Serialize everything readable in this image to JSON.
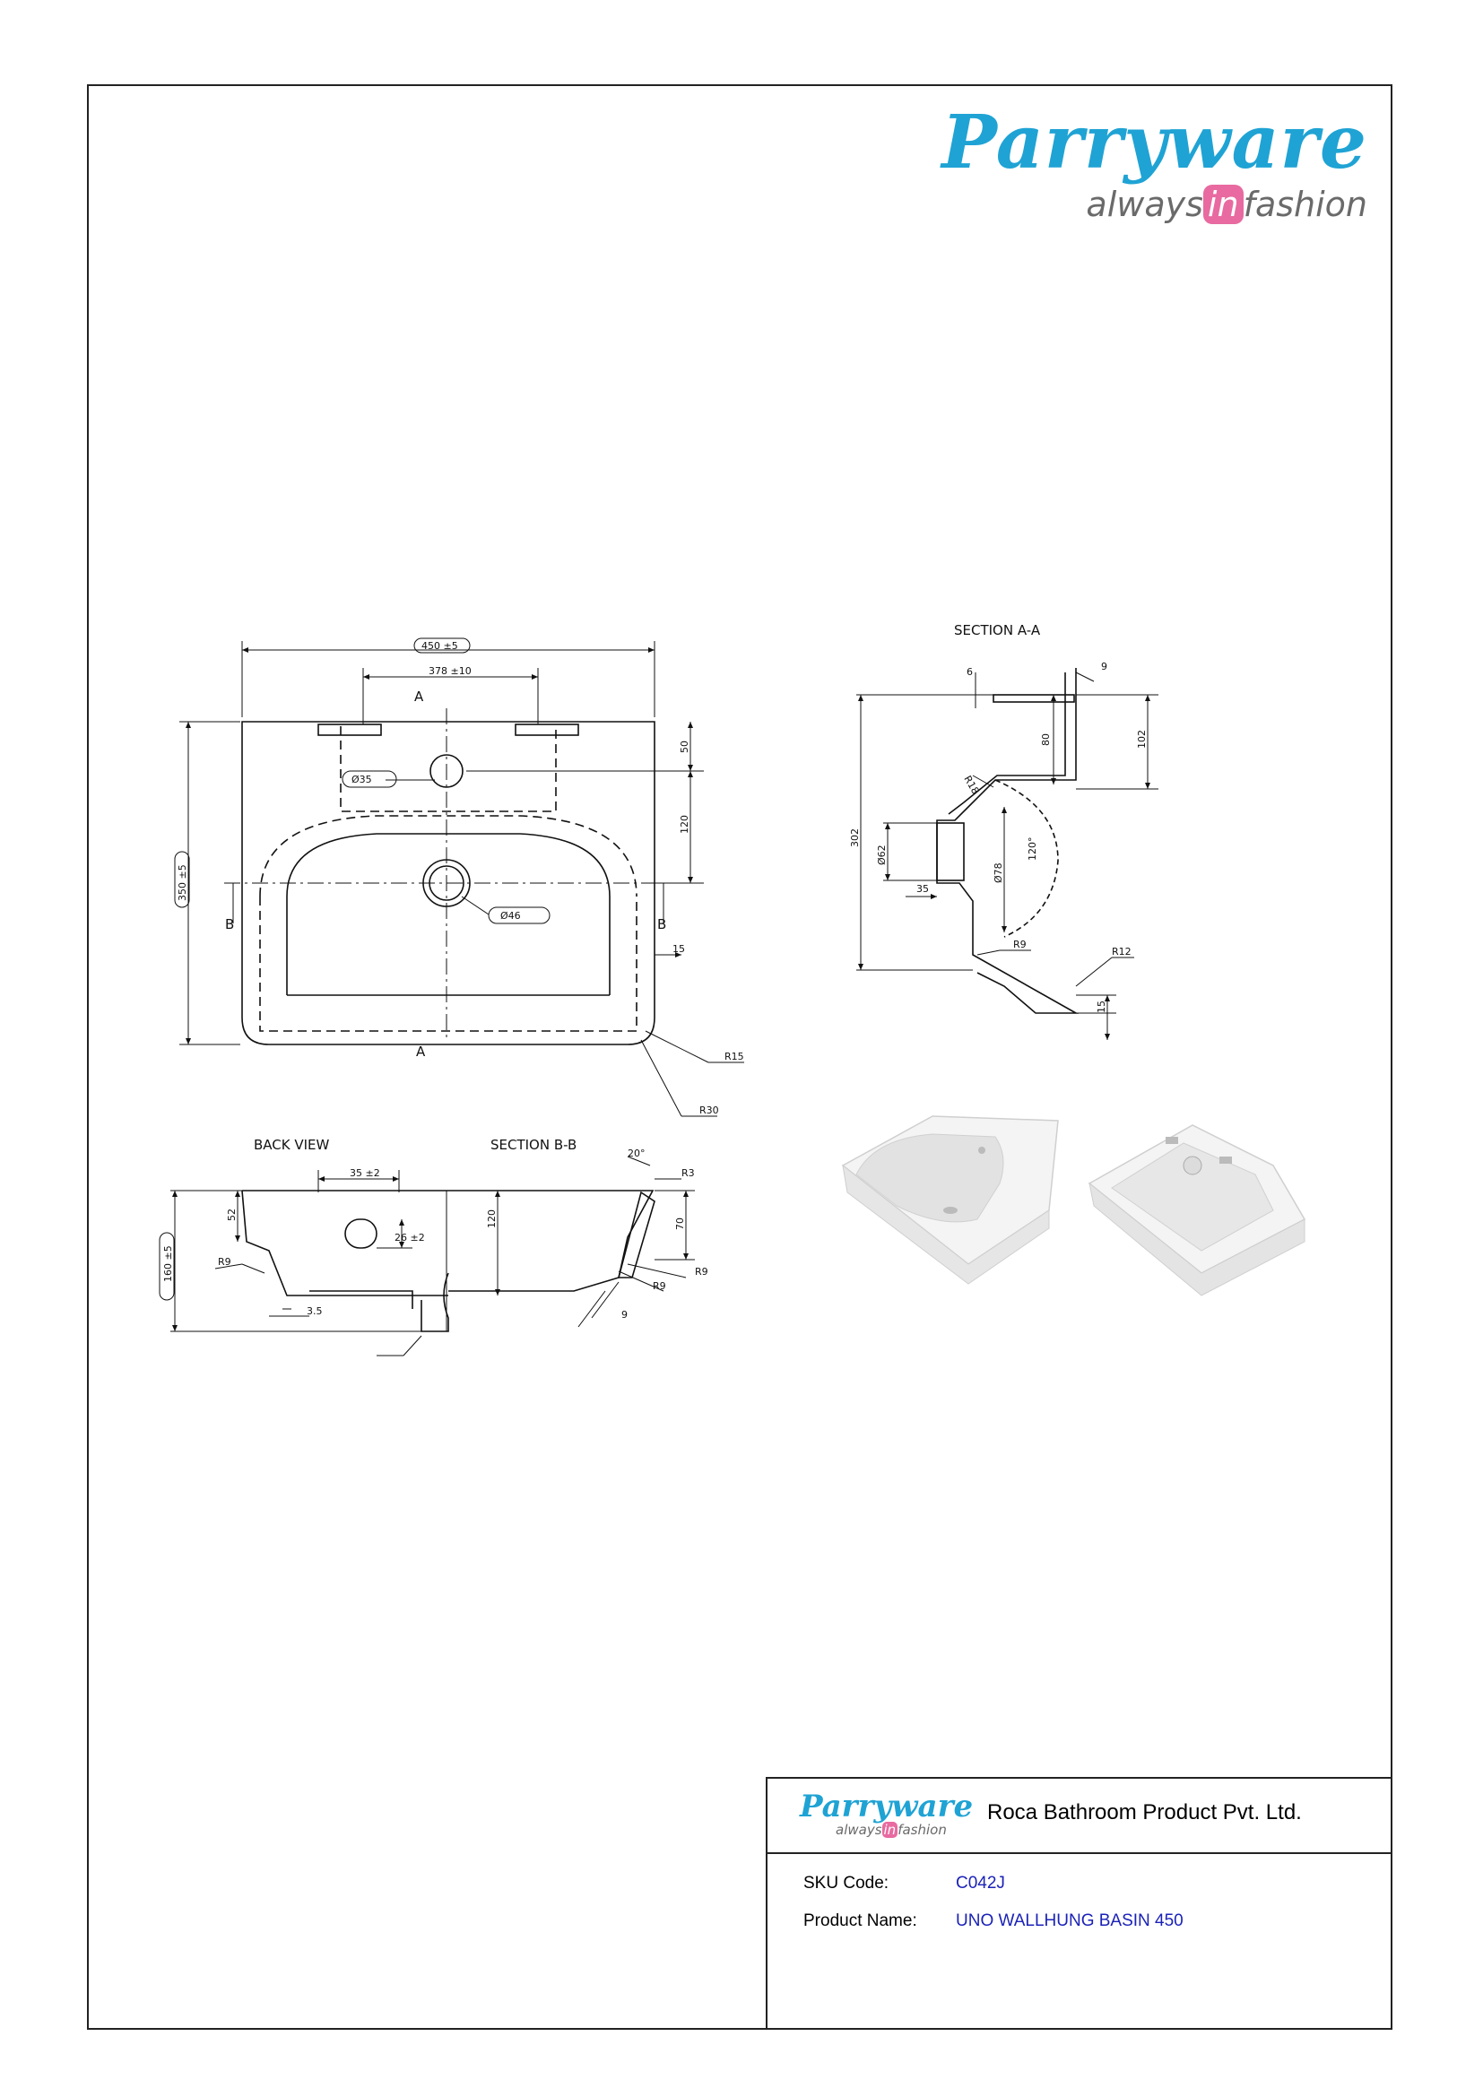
{
  "header": {
    "brand": "Parryware",
    "tagline_pre": "always",
    "tagline_hl": "in",
    "tagline_post": "fashion"
  },
  "views": {
    "section_aa": "SECTION A-A",
    "back_view": "BACK VIEW",
    "section_bb": "SECTION B-B",
    "marker_a": "A",
    "marker_b": "B"
  },
  "dimensions": {
    "top_view": {
      "width": "450 ±5",
      "tap_spacing": "378 ±10",
      "depth": "350 ±5",
      "tap_hole": "Ø35",
      "waste_hole": "Ø46",
      "d50": "50",
      "d120": "120",
      "d15": "15",
      "r15": "R15",
      "r30": "R30"
    },
    "section_aa": {
      "d6": "6",
      "d9": "9",
      "d80": "80",
      "d102": "102",
      "r18": "R18",
      "d302": "302",
      "dia62": "Ø62",
      "dia78": "Ø78",
      "angle120": "120°",
      "d35": "35",
      "r9": "R9",
      "r12": "R12",
      "d15": "15"
    },
    "back_section": {
      "d35": "35 ±2",
      "d26": "26 ±2",
      "d52": "52",
      "height": "160 ±5",
      "r9a": "R9",
      "d3_5": "3.5",
      "d120": "120",
      "angle20": "20°",
      "r3": "R3",
      "d70": "70",
      "r9b": "R9",
      "r9c": "R9",
      "d9": "9"
    }
  },
  "title_block": {
    "brand": "Parryware",
    "tagline_pre": "always",
    "tagline_hl": "in",
    "tagline_post": "fashion",
    "company": "Roca Bathroom Product Pvt. Ltd.",
    "sku_label": "SKU Code:",
    "sku_value": "C042J",
    "product_label": "Product Name:",
    "product_value": "UNO WALLHUNG BASIN 450"
  }
}
